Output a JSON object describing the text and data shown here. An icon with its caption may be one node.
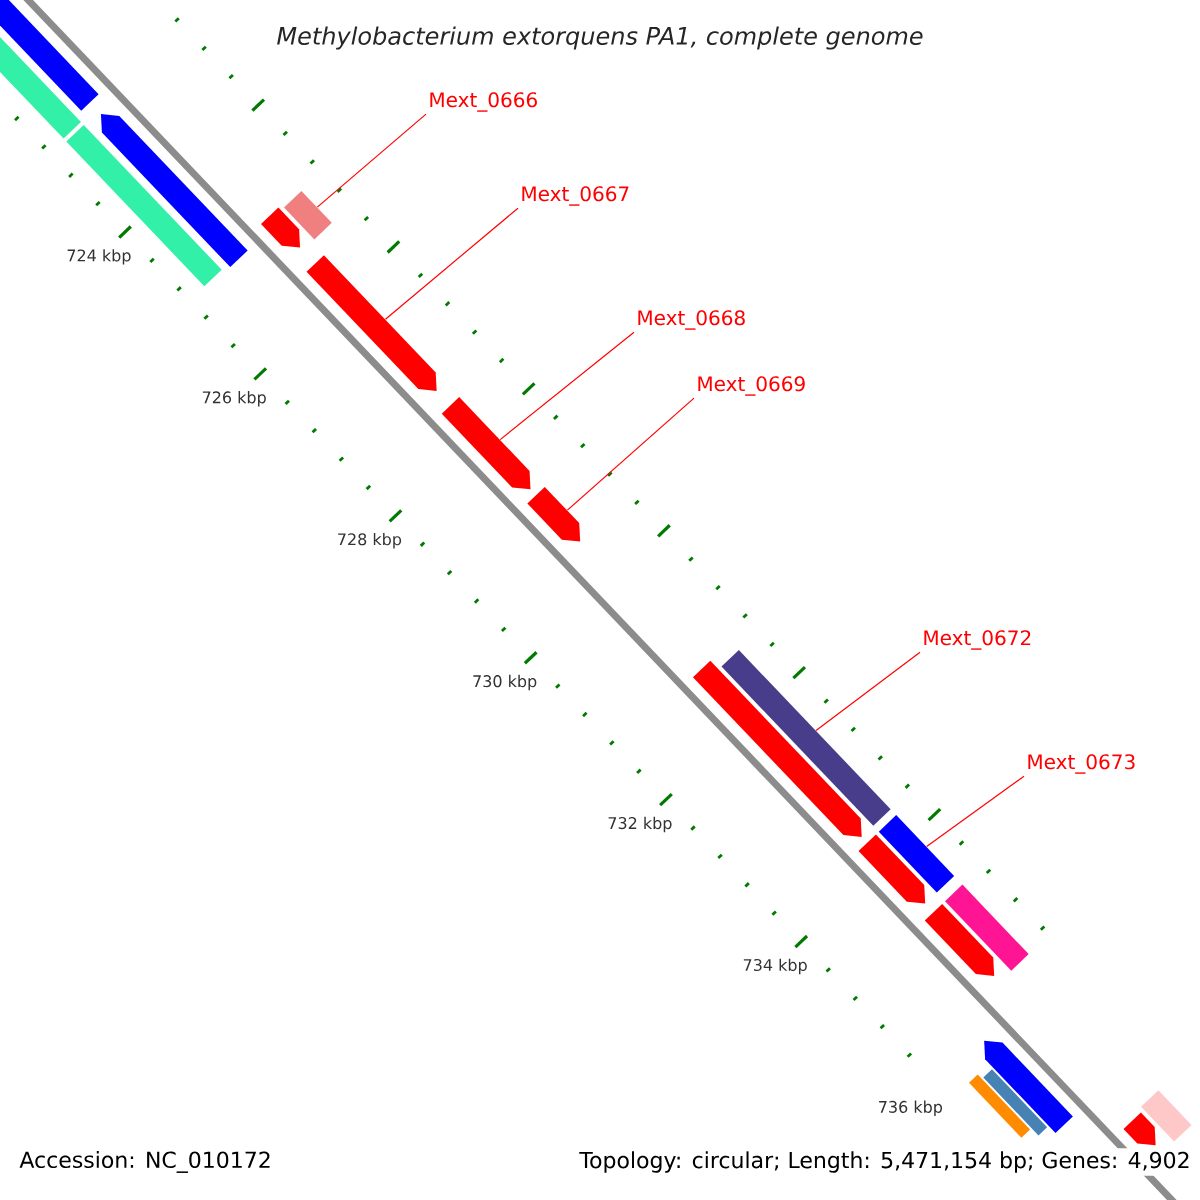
{
  "diagram": {
    "title": "Methylobacterium extorquens PA1, complete genome",
    "nodes": [
      {
        "text": [
          "Mext_0666"
        ]
      },
      {
        "text": [
          "Mext_0667"
        ]
      },
      {
        "text": [
          "Mext_0668"
        ]
      },
      {
        "text": [
          "Mext_0669"
        ]
      },
      {
        "text": [
          "Mext_0672"
        ]
      },
      {
        "text": [
          "Mext_0673"
        ]
      },
      {
        "text": [],
        "shape": "arrow"
      },
      {
        "text": [],
        "shape": "bar"
      },
      {
        "text": [],
        "shape": "arrow"
      },
      {
        "text": [],
        "shape": "bar"
      },
      {
        "text": [],
        "shape": "arrow"
      },
      {
        "text": [],
        "shape": "bar"
      },
      {
        "text": [],
        "shape": "arrow"
      },
      {
        "text": [],
        "shape": "arrow"
      },
      {
        "text": [],
        "shape": "arrow"
      },
      {
        "text": [],
        "shape": "arrow"
      },
      {
        "text": [],
        "shape": "bar"
      },
      {
        "text": [],
        "shape": "arrow"
      },
      {
        "text": [],
        "shape": "bar"
      },
      {
        "text": [],
        "shape": "arrow"
      },
      {
        "text": [],
        "shape": "bar"
      },
      {
        "text": [],
        "shape": "arrow"
      },
      {
        "text": [],
        "shape": "bar"
      },
      {
        "text": [],
        "shape": "bar"
      },
      {
        "text": [],
        "shape": "bar"
      },
      {
        "text": [],
        "shape": "arrow"
      }
    ],
    "edges": [
      {
        "from": 0,
        "to": 11,
        "arrow": "none"
      },
      {
        "from": 1,
        "to": 12,
        "arrow": "none"
      },
      {
        "from": 2,
        "to": 13,
        "arrow": "none"
      },
      {
        "from": 3,
        "to": 14,
        "arrow": "none"
      },
      {
        "from": 4,
        "to": 16,
        "arrow": "none"
      },
      {
        "from": 5,
        "to": 18,
        "arrow": "none"
      }
    ],
    "labels": [
      "724 kbp",
      "726 kbp",
      "728 kbp",
      "730 kbp",
      "732 kbp",
      "734 kbp",
      "736 kbp",
      "Accession: NC_010172",
      "Topology: circular; Length: 5,471,154 bp; Genes: 4,902"
    ]
  }
}
